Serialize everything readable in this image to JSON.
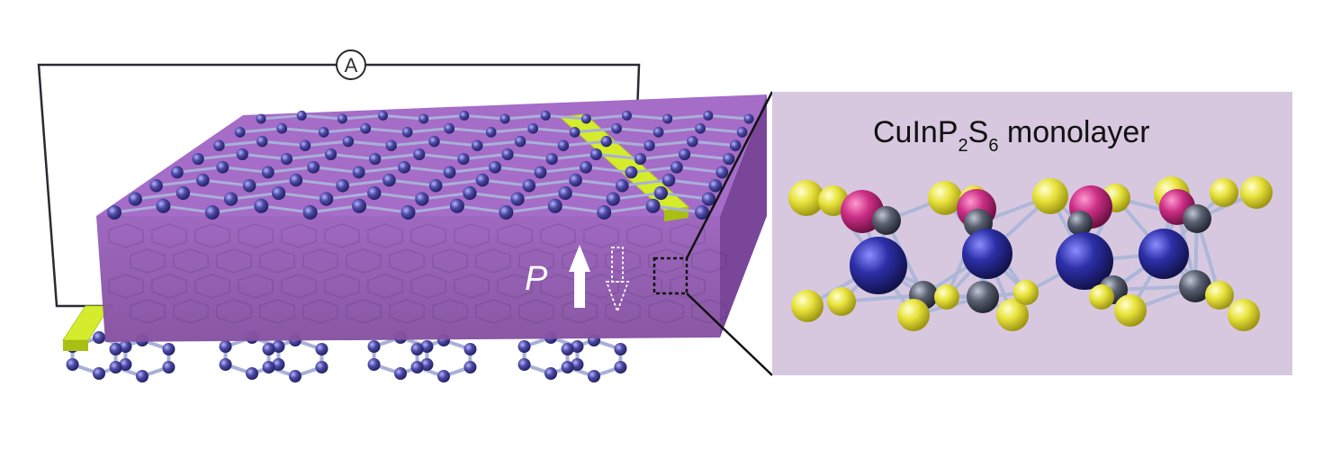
{
  "ammeter": {
    "symbol": "A"
  },
  "polarization": {
    "label": "P"
  },
  "inset": {
    "title_main": "CuInP",
    "title_sub1": "2",
    "title_mid": "S",
    "title_sub2": "6",
    "title_end": " monolayer"
  },
  "colors": {
    "slab_front": "#8e5ab0",
    "slab_top": "#a56cc8",
    "slab_side": "#7a469a",
    "inset_bg": "#d7c8e0",
    "graphene_atom": "#4d4aa6",
    "graphene_bond": "#a9b0d8",
    "electrode": "#d4ec2b",
    "sulfur": "#e8e33c",
    "indium": "#2d2fa8",
    "copper": "#cc2f86",
    "phosphorus": "#5a6070"
  }
}
